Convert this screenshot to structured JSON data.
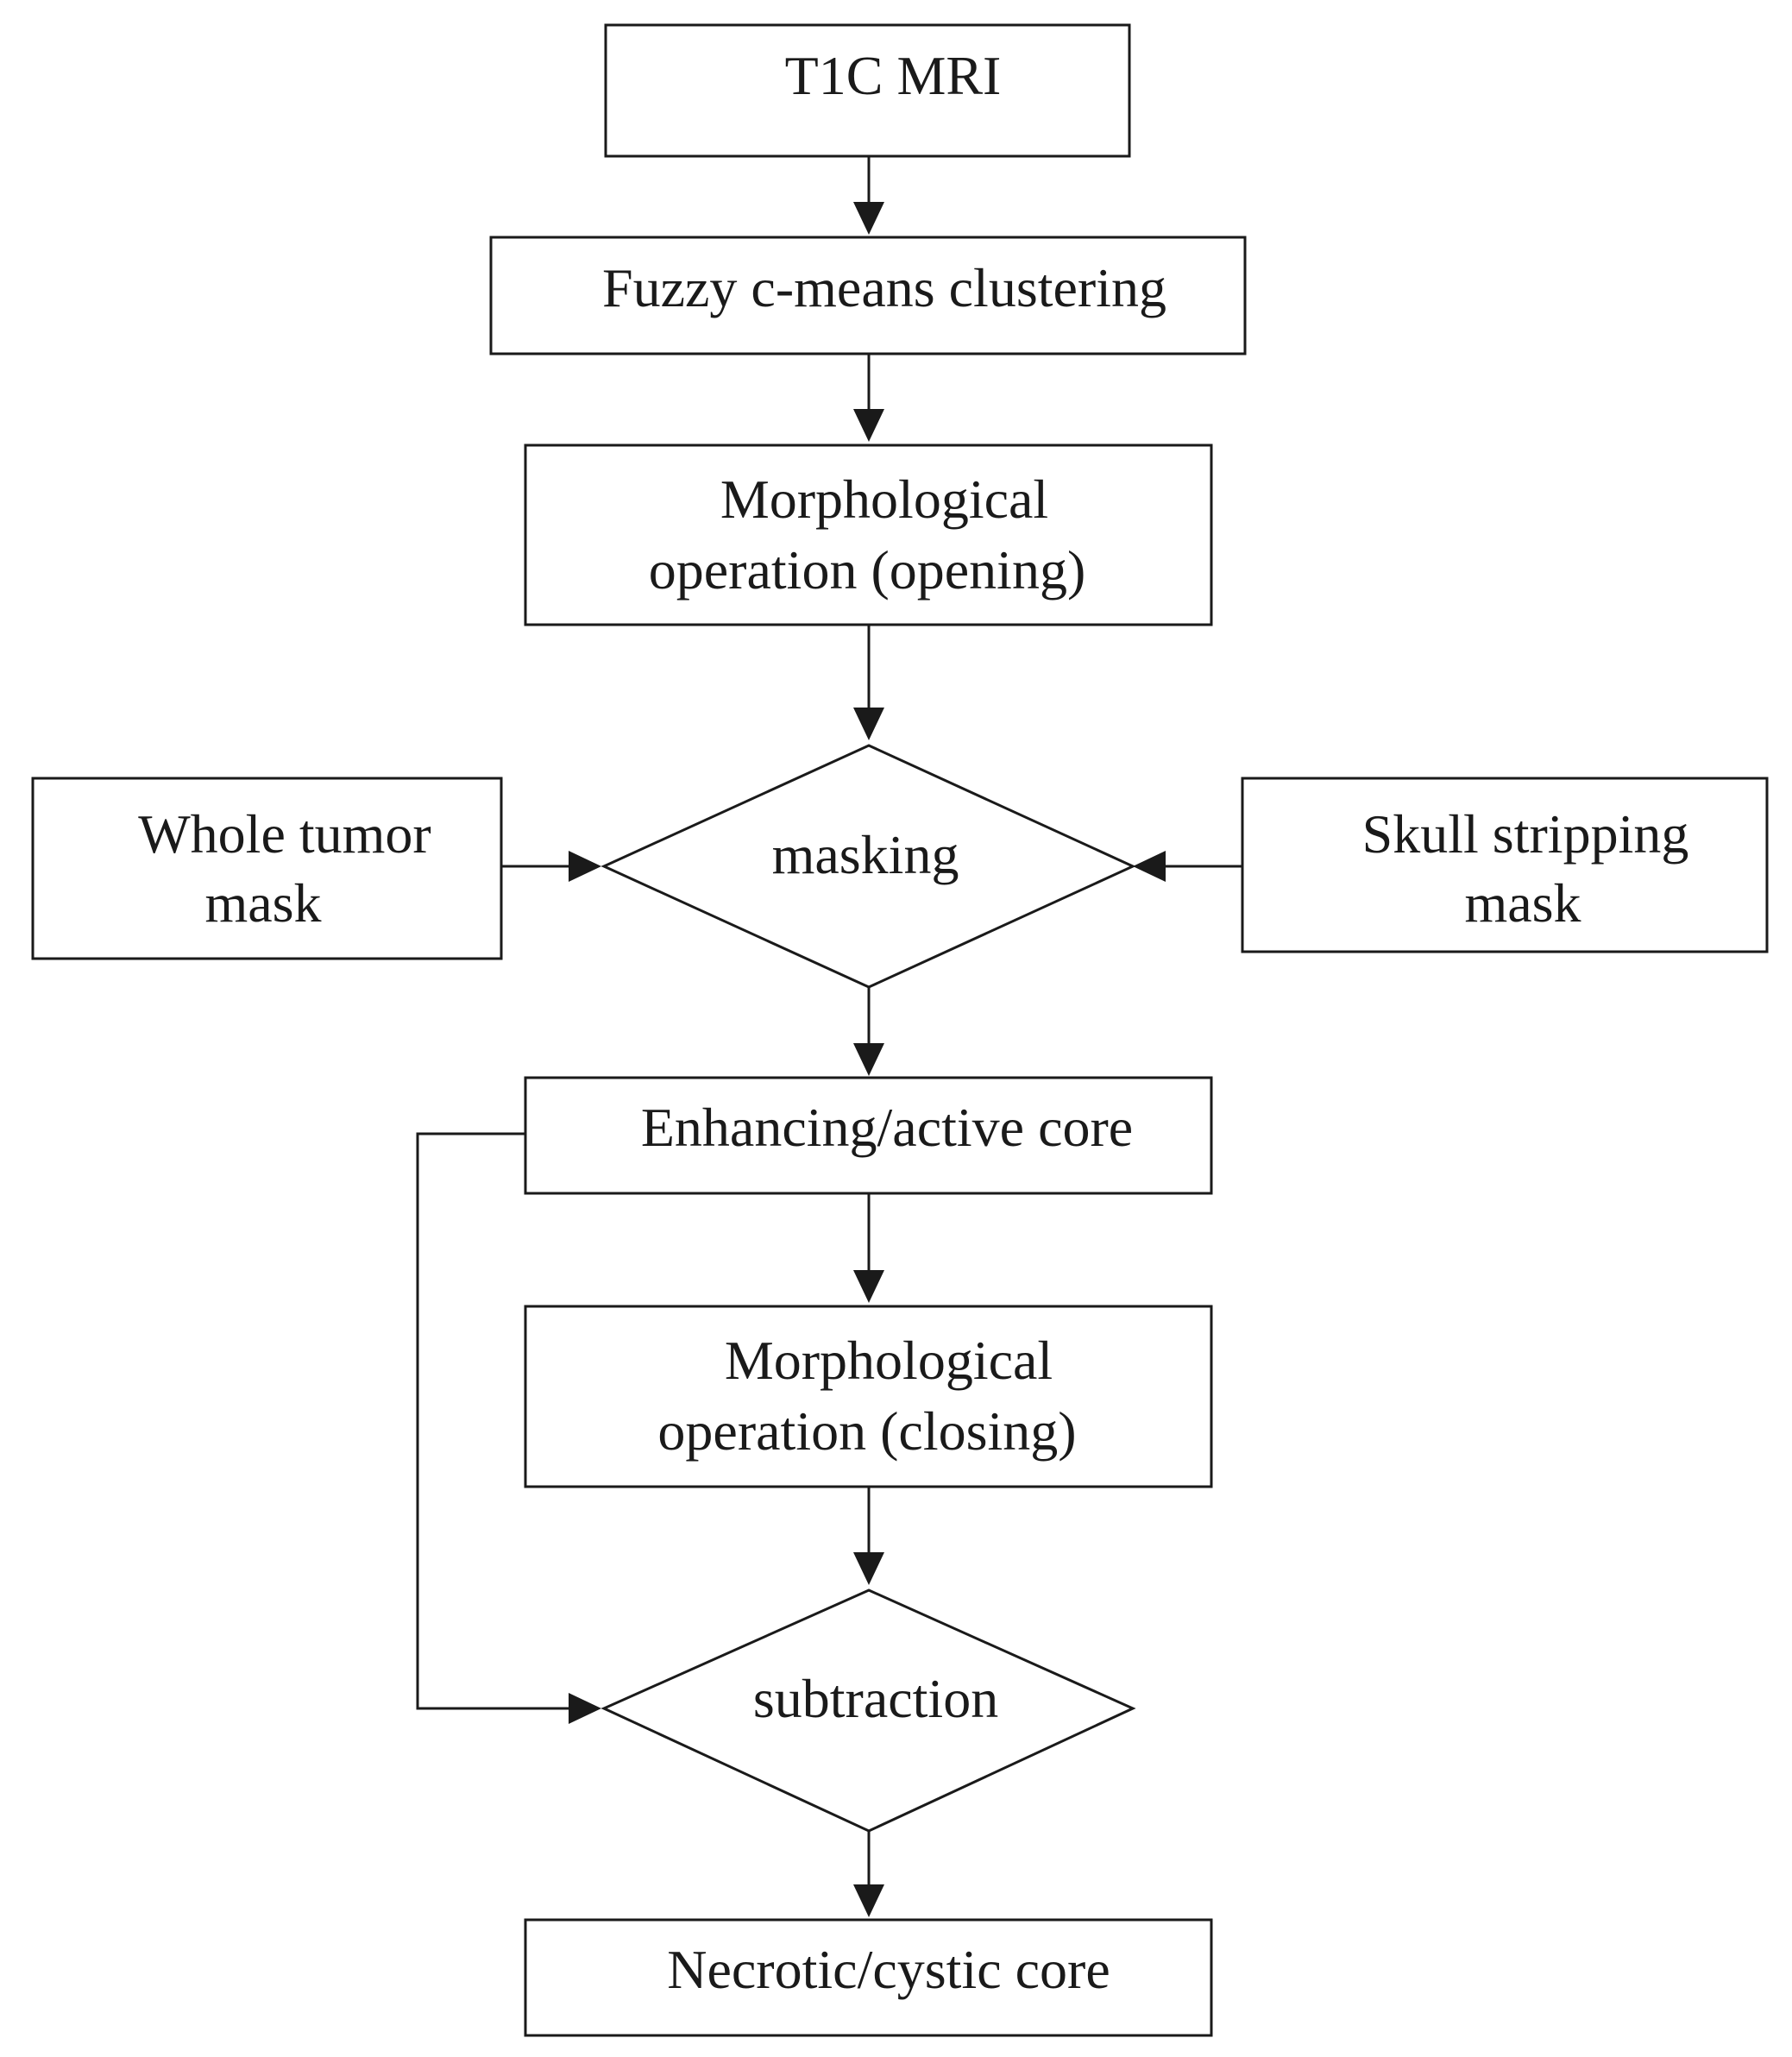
{
  "diagram": {
    "type": "flowchart",
    "colors": {
      "stroke": "#1a1a1a",
      "fill": "#ffffff",
      "text": "#1a1a1a"
    },
    "nodes": {
      "t1c_mri": {
        "shape": "rectangle",
        "text": "T1C MRI"
      },
      "fcm": {
        "shape": "rectangle",
        "text": "Fuzzy c-means clustering"
      },
      "morph_open": {
        "shape": "rectangle",
        "line1": "Morphological",
        "line2": "operation (opening)"
      },
      "whole_tumor": {
        "shape": "rectangle",
        "line1": "Whole tumor",
        "line2": "mask"
      },
      "masking": {
        "shape": "diamond",
        "text": "masking"
      },
      "skull_strip": {
        "shape": "rectangle",
        "line1": "Skull stripping",
        "line2": "mask"
      },
      "enhancing": {
        "shape": "rectangle",
        "text": "Enhancing/active core"
      },
      "morph_close": {
        "shape": "rectangle",
        "line1": "Morphological",
        "line2": "operation (closing)"
      },
      "subtraction": {
        "shape": "diamond",
        "text": "subtraction"
      },
      "necrotic": {
        "shape": "rectangle",
        "text": "Necrotic/cystic core"
      }
    },
    "edges": [
      {
        "from": "t1c_mri",
        "to": "fcm"
      },
      {
        "from": "fcm",
        "to": "morph_open"
      },
      {
        "from": "morph_open",
        "to": "masking"
      },
      {
        "from": "whole_tumor",
        "to": "masking"
      },
      {
        "from": "skull_strip",
        "to": "masking"
      },
      {
        "from": "masking",
        "to": "enhancing"
      },
      {
        "from": "enhancing",
        "to": "morph_close"
      },
      {
        "from": "enhancing",
        "to": "subtraction"
      },
      {
        "from": "morph_close",
        "to": "subtraction"
      },
      {
        "from": "subtraction",
        "to": "necrotic"
      }
    ]
  }
}
